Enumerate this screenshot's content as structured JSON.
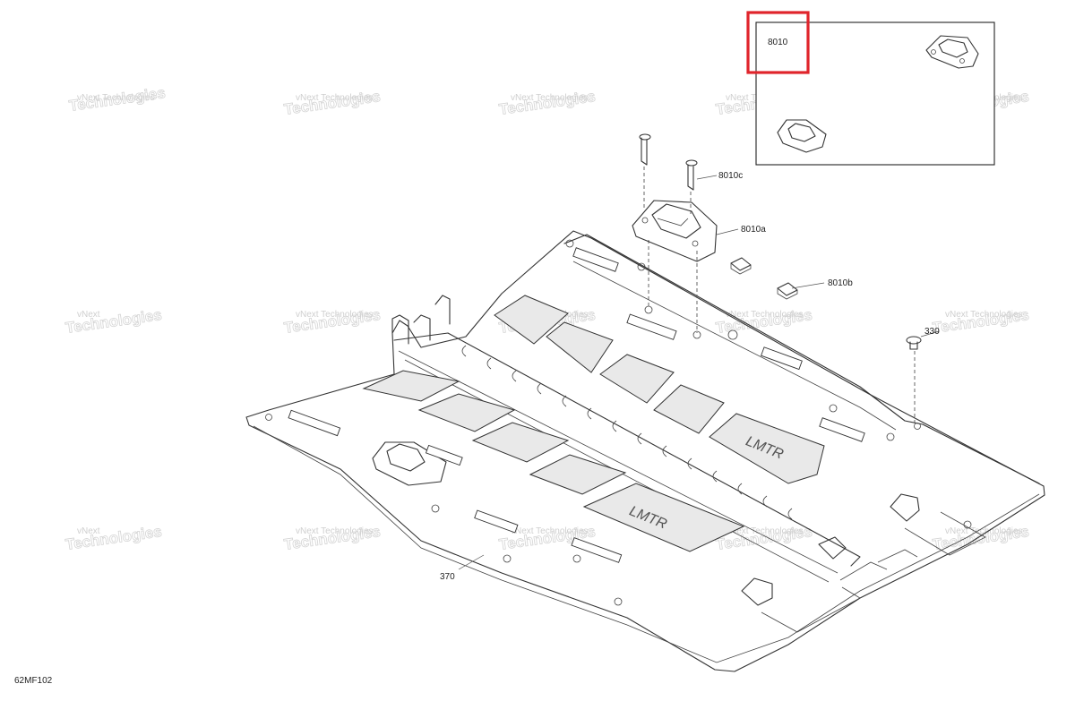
{
  "diagram": {
    "callouts": {
      "inset_label": "8010",
      "screw": "8010c",
      "bracket": "8010a",
      "nut": "8010b",
      "rivet": "330",
      "panel": "370"
    },
    "figure_code": "62MF102",
    "watermark_line1": "vNext",
    "watermark_line2": "Technologies",
    "watermark_compact": "vNext Technologies",
    "highlight_color": "#e0242b"
  }
}
